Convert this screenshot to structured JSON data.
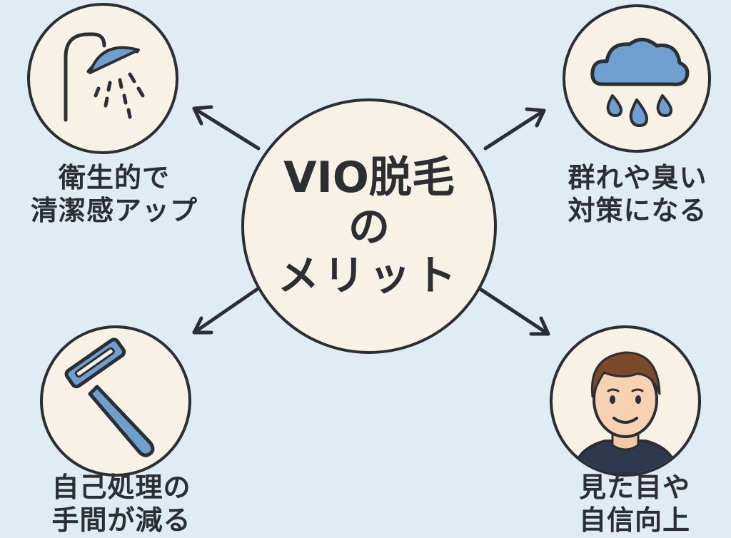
{
  "title": {
    "line1": "VIO脱毛",
    "line2": "の",
    "line3": "メリット"
  },
  "benefits": {
    "hygiene": {
      "line1": "衛生的で",
      "line2": "清潔感アップ",
      "icon": "shower-icon"
    },
    "odor": {
      "line1": "群れや臭い",
      "line2": "対策になる",
      "icon": "rain-cloud-icon"
    },
    "shaving": {
      "line1": "自己処理の",
      "line2": "手間が減る",
      "icon": "razor-icon"
    },
    "confidence": {
      "line1": "見た目や",
      "line2": "自信向上",
      "icon": "smiling-man-icon"
    }
  },
  "colors": {
    "background": "#dfecf4",
    "circle_fill": "#f8f1e6",
    "outline": "#2b2e33",
    "icon_blue": "#6f9fce"
  }
}
